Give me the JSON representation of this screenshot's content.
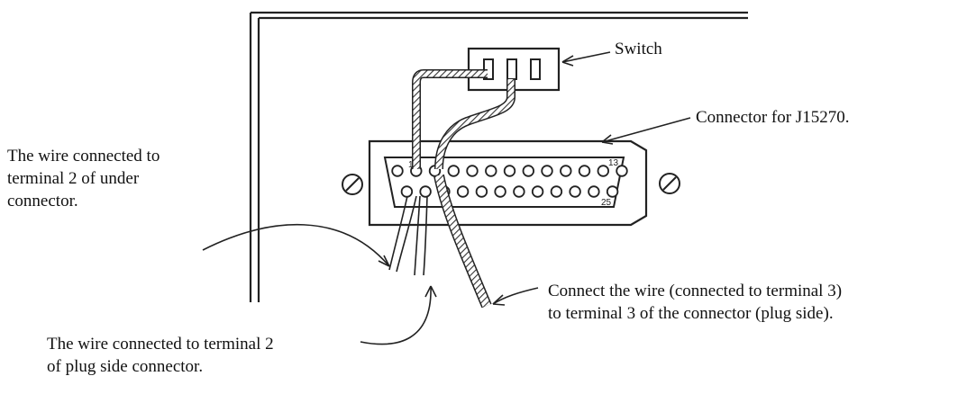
{
  "labels": {
    "switch": "Switch",
    "connector": "Connector for J15270.",
    "under_wire": [
      "The wire connected to",
      "terminal 2 of under",
      "connector."
    ],
    "terminal3": [
      "Connect the wire (connected to terminal 3)",
      "to terminal 3 of the connector (plug side)."
    ],
    "plug_wire": [
      "The wire connected to terminal 2",
      "of plug side connector."
    ]
  },
  "pins": {
    "p1": "1",
    "p13": "13",
    "p25": "25"
  },
  "connector": {
    "row1_pin_count": 13,
    "row2_pin_count": 12
  }
}
